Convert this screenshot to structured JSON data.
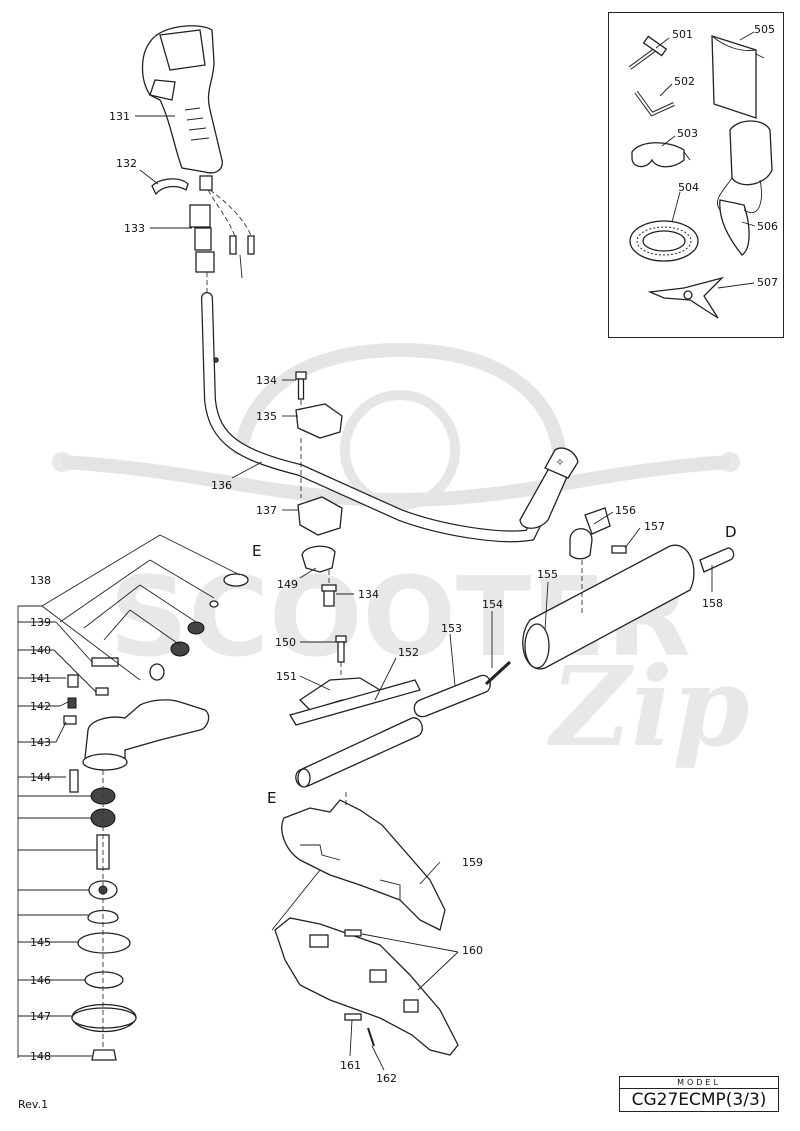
{
  "watermark": {
    "word": "SCOOTER",
    "script": "Zip"
  },
  "model": {
    "caption": "MODEL",
    "code": "CG27ECMP(3/3)"
  },
  "revision": "Rev.1",
  "letters": {
    "e_top": "E",
    "e_bottom": "E",
    "d": "D"
  },
  "accessories": [
    {
      "number": "501",
      "item": "wrench-icon"
    },
    {
      "number": "502",
      "item": "hex-key-icon"
    },
    {
      "number": "503",
      "item": "safety-glasses-icon"
    },
    {
      "number": "504",
      "item": "trimmer-head-icon"
    },
    {
      "number": "505",
      "item": "tool-bag-icon"
    },
    {
      "number": "506",
      "item": "harness-icon"
    },
    {
      "number": "507",
      "item": "blade-icon"
    }
  ],
  "labels": {
    "p131": "131",
    "p132": "132",
    "p133": "133",
    "p134a": "134",
    "p135": "135",
    "p136": "136",
    "p137": "137",
    "p149": "149",
    "p134b": "134",
    "p138": "138",
    "p139": "139",
    "p140": "140",
    "p141": "141",
    "p142": "142",
    "p143": "143",
    "p144": "144",
    "p145": "145",
    "p146": "146",
    "p147": "147",
    "p148": "148",
    "p150": "150",
    "p151": "151",
    "p152": "152",
    "p153": "153",
    "p154": "154",
    "p155": "155",
    "p156": "156",
    "p157": "157",
    "p158": "158",
    "p159": "159",
    "p160": "160",
    "p161": "161",
    "p162": "162",
    "a501": "501",
    "a502": "502",
    "a503": "503",
    "a504": "504",
    "a505": "505",
    "a506": "506",
    "a507": "507"
  }
}
